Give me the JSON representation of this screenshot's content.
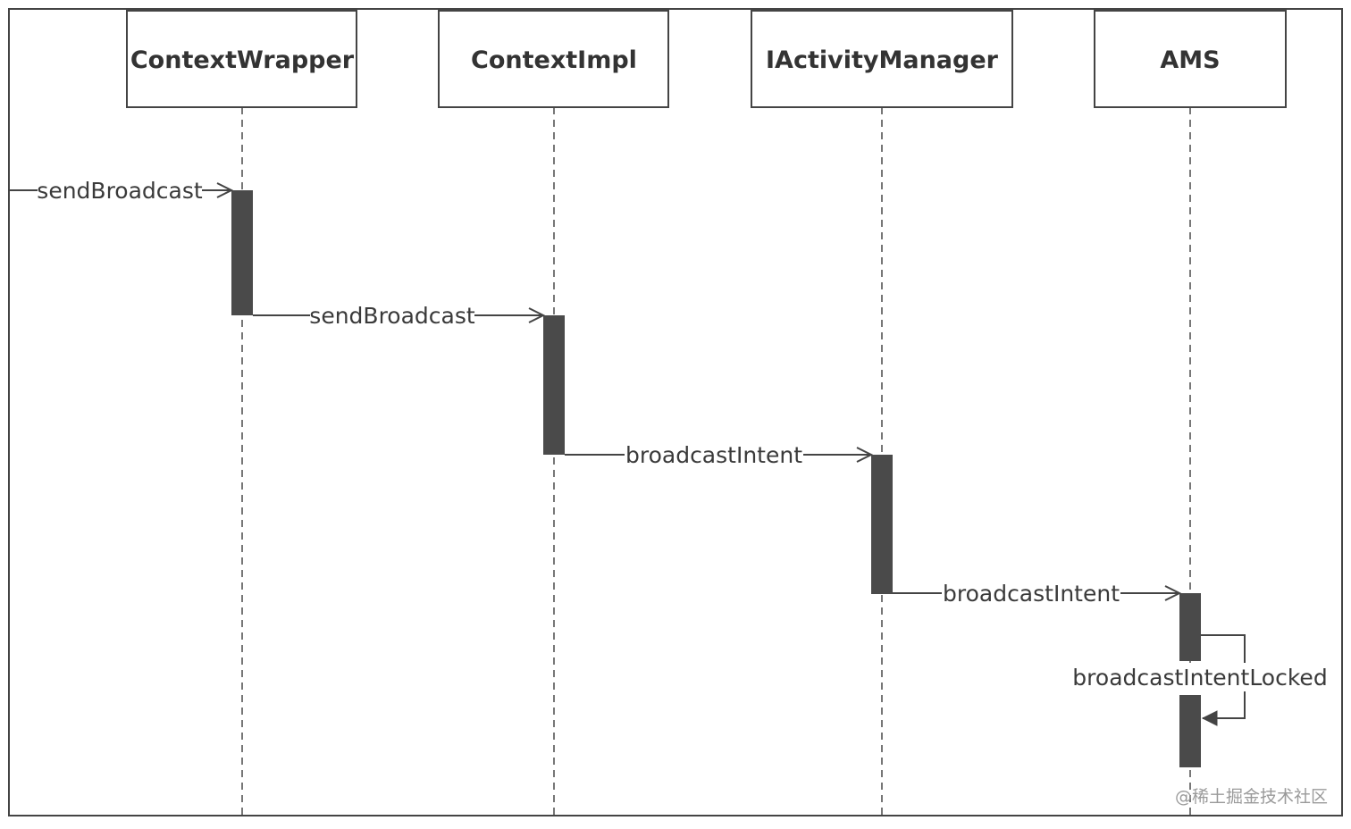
{
  "participants": [
    {
      "id": "contextwrapper",
      "label": "ContextWrapper"
    },
    {
      "id": "contextimpl",
      "label": "ContextImpl"
    },
    {
      "id": "iactivitymanager",
      "label": "IActivityManager"
    },
    {
      "id": "ams",
      "label": "AMS"
    }
  ],
  "messages": [
    {
      "from": "external",
      "to": "contextwrapper",
      "label": "sendBroadcast"
    },
    {
      "from": "contextwrapper",
      "to": "contextimpl",
      "label": "sendBroadcast"
    },
    {
      "from": "contextimpl",
      "to": "iactivitymanager",
      "label": "broadcastIntent"
    },
    {
      "from": "iactivitymanager",
      "to": "ams",
      "label": "broadcastIntent"
    },
    {
      "from": "ams",
      "to": "ams",
      "label": "broadcastIntentLocked"
    }
  ],
  "watermark": "@稀土掘金技术社区",
  "colors": {
    "border": "#444444",
    "lifeline": "#777777",
    "activation": "#4a4a4a",
    "text": "#333333"
  }
}
